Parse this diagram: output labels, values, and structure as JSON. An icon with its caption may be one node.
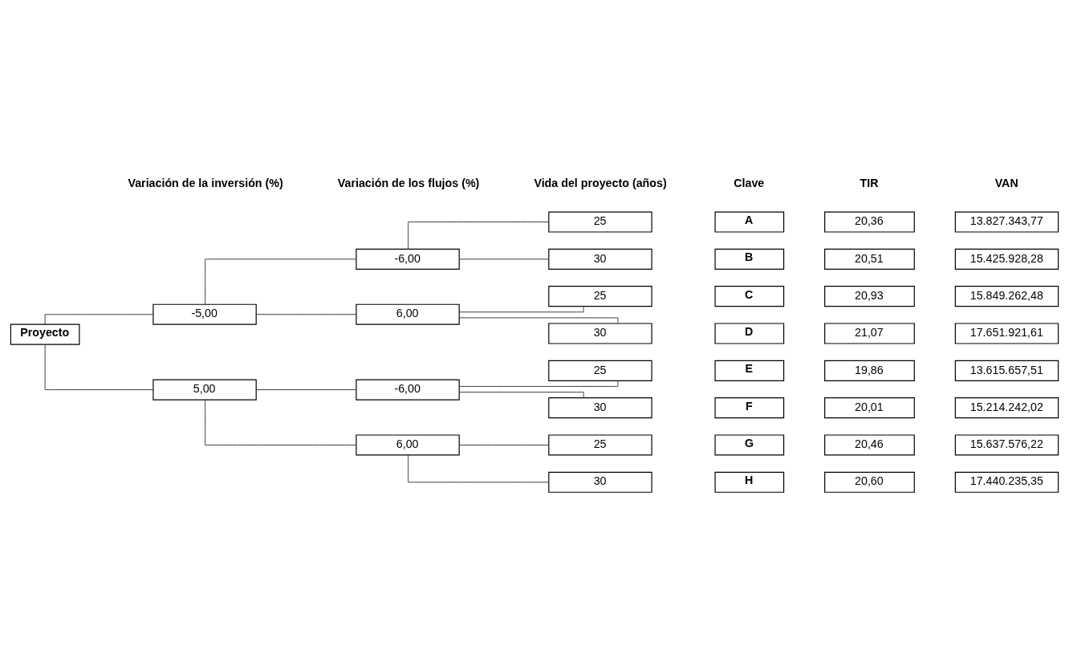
{
  "diagram": {
    "nodes": [
      {
        "text": [
          "Proyecto"
        ]
      },
      {
        "text": [
          "-5,00"
        ]
      },
      {
        "text": [
          "5,00"
        ]
      },
      {
        "text": [
          "-6,00"
        ]
      },
      {
        "text": [
          "6,00"
        ]
      },
      {
        "text": [
          "-6,00"
        ]
      },
      {
        "text": [
          "6,00"
        ]
      },
      {
        "text": [
          "25"
        ]
      },
      {
        "text": [
          "A"
        ]
      },
      {
        "text": [
          "20,36"
        ]
      },
      {
        "text": [
          "13.827.343,77"
        ]
      },
      {
        "text": [
          "30"
        ]
      },
      {
        "text": [
          "B"
        ]
      },
      {
        "text": [
          "20,51"
        ]
      },
      {
        "text": [
          "15.425.928,28"
        ]
      },
      {
        "text": [
          "25"
        ]
      },
      {
        "text": [
          "C"
        ]
      },
      {
        "text": [
          "20,93"
        ]
      },
      {
        "text": [
          "15.849.262,48"
        ]
      },
      {
        "text": [
          "30"
        ]
      },
      {
        "text": [
          "D"
        ]
      },
      {
        "text": [
          "21,07"
        ]
      },
      {
        "text": [
          "17.651.921,61"
        ]
      },
      {
        "text": [
          "25"
        ]
      },
      {
        "text": [
          "E"
        ]
      },
      {
        "text": [
          "19,86"
        ]
      },
      {
        "text": [
          "13.615.657,51"
        ]
      },
      {
        "text": [
          "30"
        ]
      },
      {
        "text": [
          "F"
        ]
      },
      {
        "text": [
          "20,01"
        ]
      },
      {
        "text": [
          "15.214.242,02"
        ]
      },
      {
        "text": [
          "25"
        ]
      },
      {
        "text": [
          "G"
        ]
      },
      {
        "text": [
          "20,46"
        ]
      },
      {
        "text": [
          "15.637.576,22"
        ]
      },
      {
        "text": [
          "30"
        ]
      },
      {
        "text": [
          "H"
        ]
      },
      {
        "text": [
          "20,60"
        ]
      },
      {
        "text": [
          "17.440.235,35"
        ]
      }
    ],
    "edges": [
      {
        "from": 0,
        "to": 1,
        "arrow": "none"
      },
      {
        "from": 0,
        "to": 2,
        "arrow": "none"
      },
      {
        "from": 1,
        "to": 3,
        "arrow": "none"
      },
      {
        "from": 1,
        "to": 4,
        "arrow": "none"
      },
      {
        "from": 2,
        "to": 5,
        "arrow": "none"
      },
      {
        "from": 2,
        "to": 6,
        "arrow": "none"
      },
      {
        "from": 3,
        "to": 7,
        "arrow": "none"
      },
      {
        "from": 3,
        "to": 11,
        "arrow": "none"
      },
      {
        "from": 4,
        "to": 15,
        "arrow": "none"
      },
      {
        "from": 4,
        "to": 19,
        "arrow": "none"
      },
      {
        "from": 5,
        "to": 23,
        "arrow": "none"
      },
      {
        "from": 5,
        "to": 27,
        "arrow": "none"
      },
      {
        "from": 6,
        "to": 31,
        "arrow": "none"
      },
      {
        "from": 6,
        "to": 35,
        "arrow": "none"
      }
    ],
    "labels": [
      "Variación de la inversión (%)",
      "Variación de los flujos (%)",
      "Vida del proyecto (años)",
      "Clave",
      "TIR",
      "VAN"
    ]
  }
}
